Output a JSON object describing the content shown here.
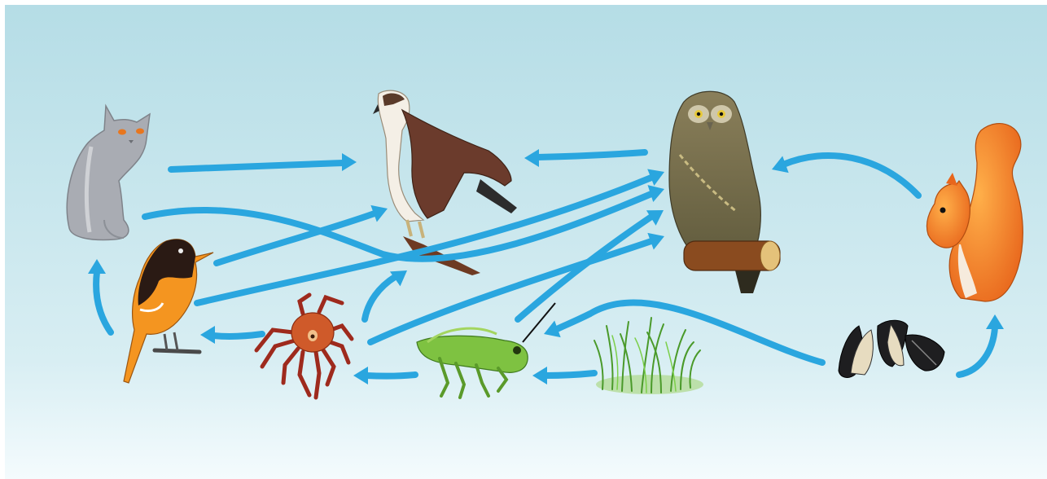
{
  "diagram": {
    "type": "food-web",
    "colors": {
      "arrow": "#2aa6df",
      "background_top": "#b5dde6",
      "background_bottom": "#f4fbfd"
    },
    "organisms": [
      {
        "id": "cat",
        "icon": "cat-icon"
      },
      {
        "id": "osprey",
        "icon": "osprey-icon"
      },
      {
        "id": "owl",
        "icon": "owl-icon"
      },
      {
        "id": "squirrel",
        "icon": "squirrel-icon"
      },
      {
        "id": "oriole",
        "icon": "oriole-bird-icon"
      },
      {
        "id": "crab",
        "icon": "crab-icon"
      },
      {
        "id": "grasshopper",
        "icon": "grasshopper-icon"
      },
      {
        "id": "grass",
        "icon": "grass-icon"
      },
      {
        "id": "seeds",
        "icon": "sunflower-seeds-icon"
      }
    ],
    "energy_flows": [
      {
        "from": "cat",
        "to": "osprey"
      },
      {
        "from": "cat",
        "to": "owl"
      },
      {
        "from": "oriole",
        "to": "cat"
      },
      {
        "from": "oriole",
        "to": "osprey"
      },
      {
        "from": "oriole",
        "to": "owl"
      },
      {
        "from": "crab",
        "to": "oriole"
      },
      {
        "from": "crab",
        "to": "osprey"
      },
      {
        "from": "crab",
        "to": "owl"
      },
      {
        "from": "grasshopper",
        "to": "crab"
      },
      {
        "from": "grasshopper",
        "to": "owl"
      },
      {
        "from": "grass",
        "to": "grasshopper"
      },
      {
        "from": "seeds",
        "to": "grasshopper"
      },
      {
        "from": "seeds",
        "to": "squirrel"
      },
      {
        "from": "owl",
        "to": "osprey"
      },
      {
        "from": "squirrel",
        "to": "owl"
      }
    ]
  }
}
